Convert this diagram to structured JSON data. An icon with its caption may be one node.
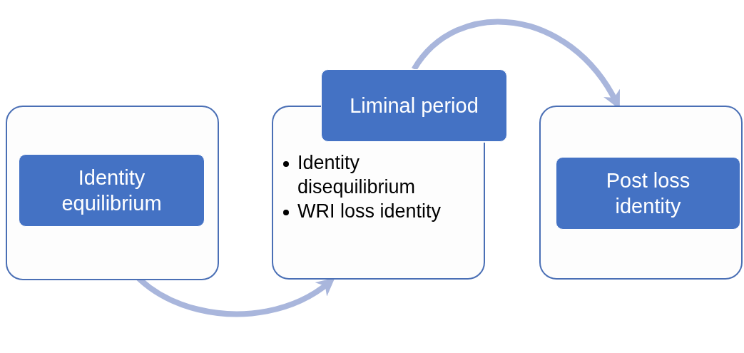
{
  "diagram": {
    "nodes": [
      {
        "text": [],
        "shape": "box"
      },
      {
        "text": [
          "Identity equilibrium"
        ],
        "in": 0
      },
      {
        "text": [
          "Identity disequilibrium",
          "WRI loss identity"
        ]
      },
      {
        "text": [
          "Liminal period"
        ]
      },
      {
        "text": [],
        "shape": "box"
      },
      {
        "text": [
          "Post loss identity"
        ],
        "in": 4
      }
    ],
    "edges": [
      {
        "from": 1,
        "to": 2,
        "arrow": "to"
      },
      {
        "from": 3,
        "to": 4,
        "arrow": "to"
      }
    ]
  }
}
